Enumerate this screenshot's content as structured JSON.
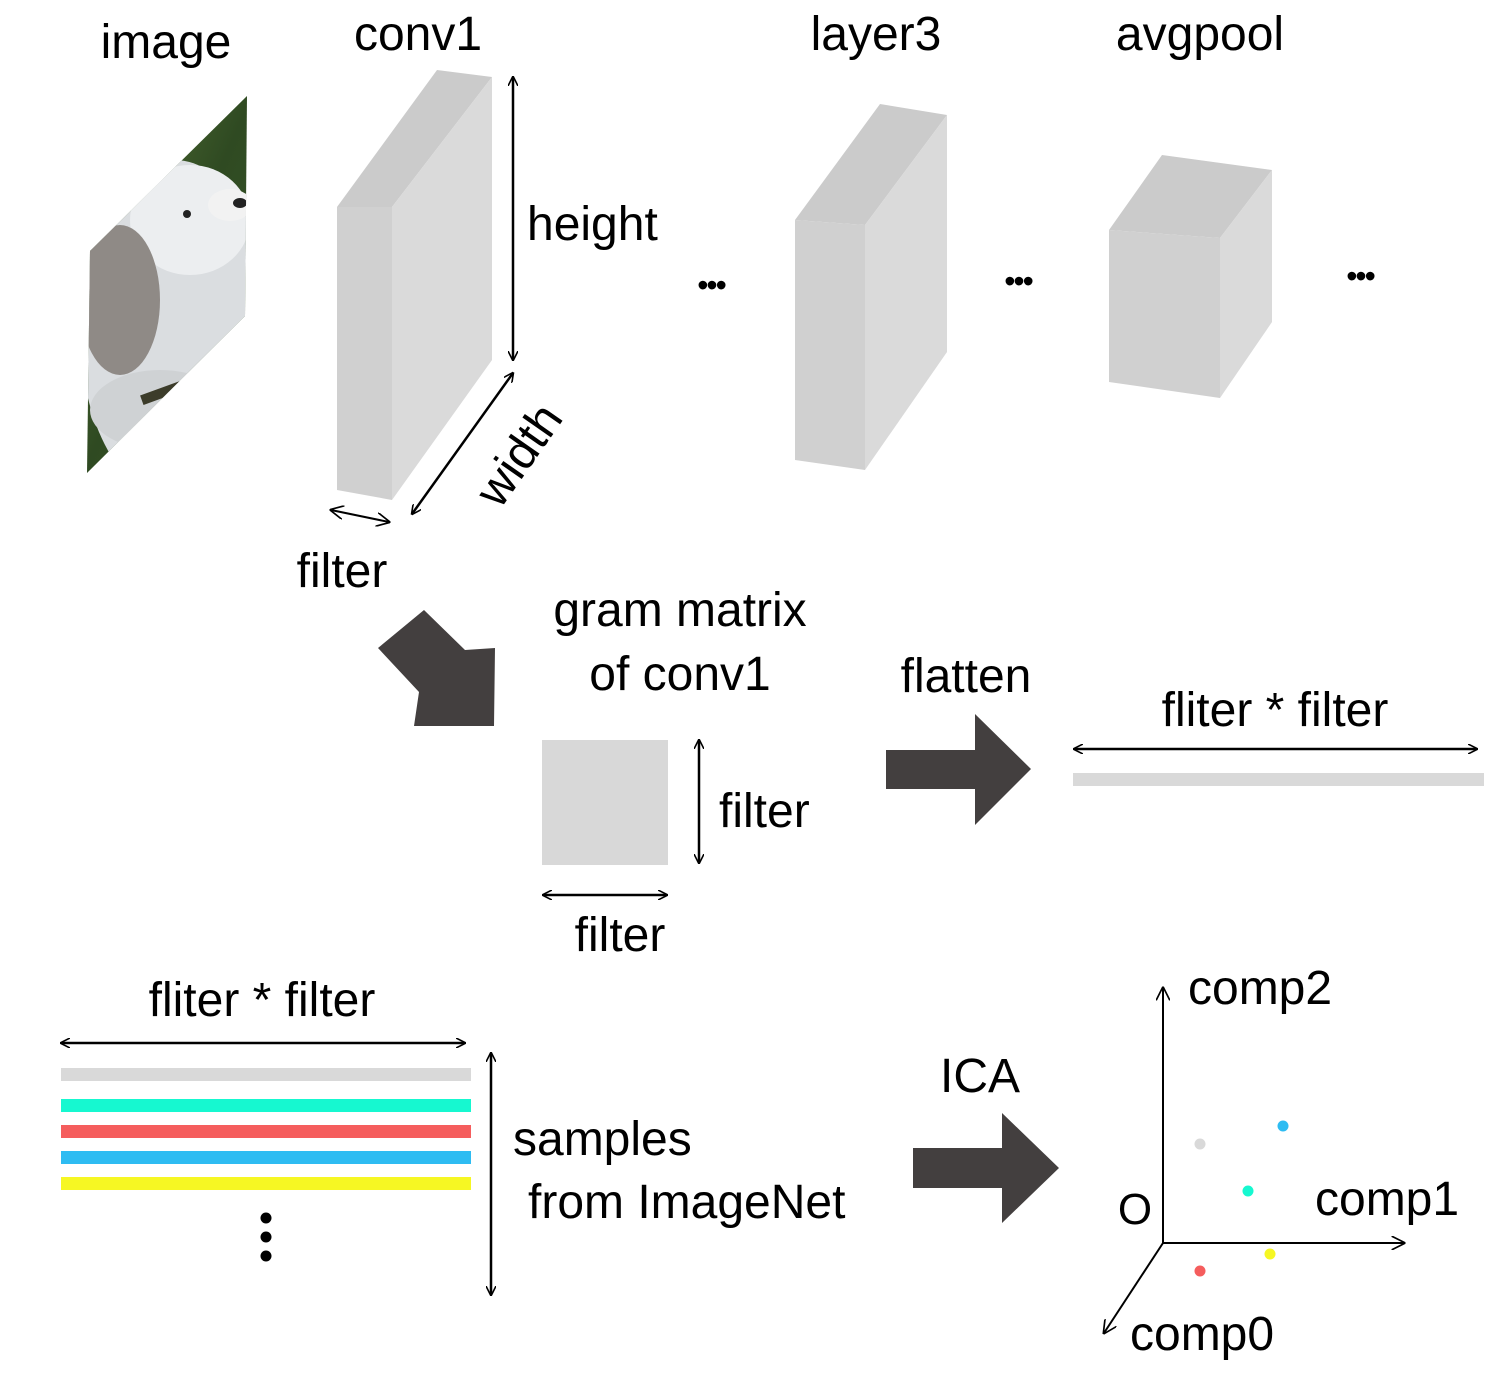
{
  "colors": {
    "block_front": "#d0d0d0",
    "block_side": "#dadada",
    "block_top": "#cbcbcb",
    "gram_fill": "#d8d8d8",
    "vector_fill": "#d9d9d9",
    "big_arrow": "#433f3f",
    "line": "#000000",
    "sample_colors": [
      "#d9d9d9",
      "#16f8d0",
      "#f55d5d",
      "#2ebcf2",
      "#f6f723"
    ],
    "points": {
      "gray": "#d9d9d9",
      "blue": "#2ebcf2",
      "cyan": "#16f8d0",
      "red": "#f55d5d",
      "yellow": "#f6f723"
    }
  },
  "top_row": {
    "image_label": "image",
    "image_icon": "dog-photo",
    "conv1_label": "conv1",
    "layer3_label": "layer3",
    "avgpool_label": "avgpool",
    "height_label": "height",
    "width_label": "width",
    "filter_label": "filter",
    "ellipsis": "•••"
  },
  "middle_row": {
    "gram_title_line1": "gram matrix",
    "gram_title_line2": "of conv1",
    "gram_filter_right": "filter",
    "gram_filter_bottom": "filter",
    "flatten_label": "flatten",
    "vector_label": "fliter * filter"
  },
  "bottom_row": {
    "matrix_label": "fliter * filter",
    "samples_line1": "samples",
    "samples_line2": "from ImageNet",
    "vertical_dots": "⋮",
    "ica_label": "ICA",
    "axis_comp2": "comp2",
    "axis_comp1": "comp1",
    "axis_comp0": "comp0",
    "origin_label": "O"
  }
}
